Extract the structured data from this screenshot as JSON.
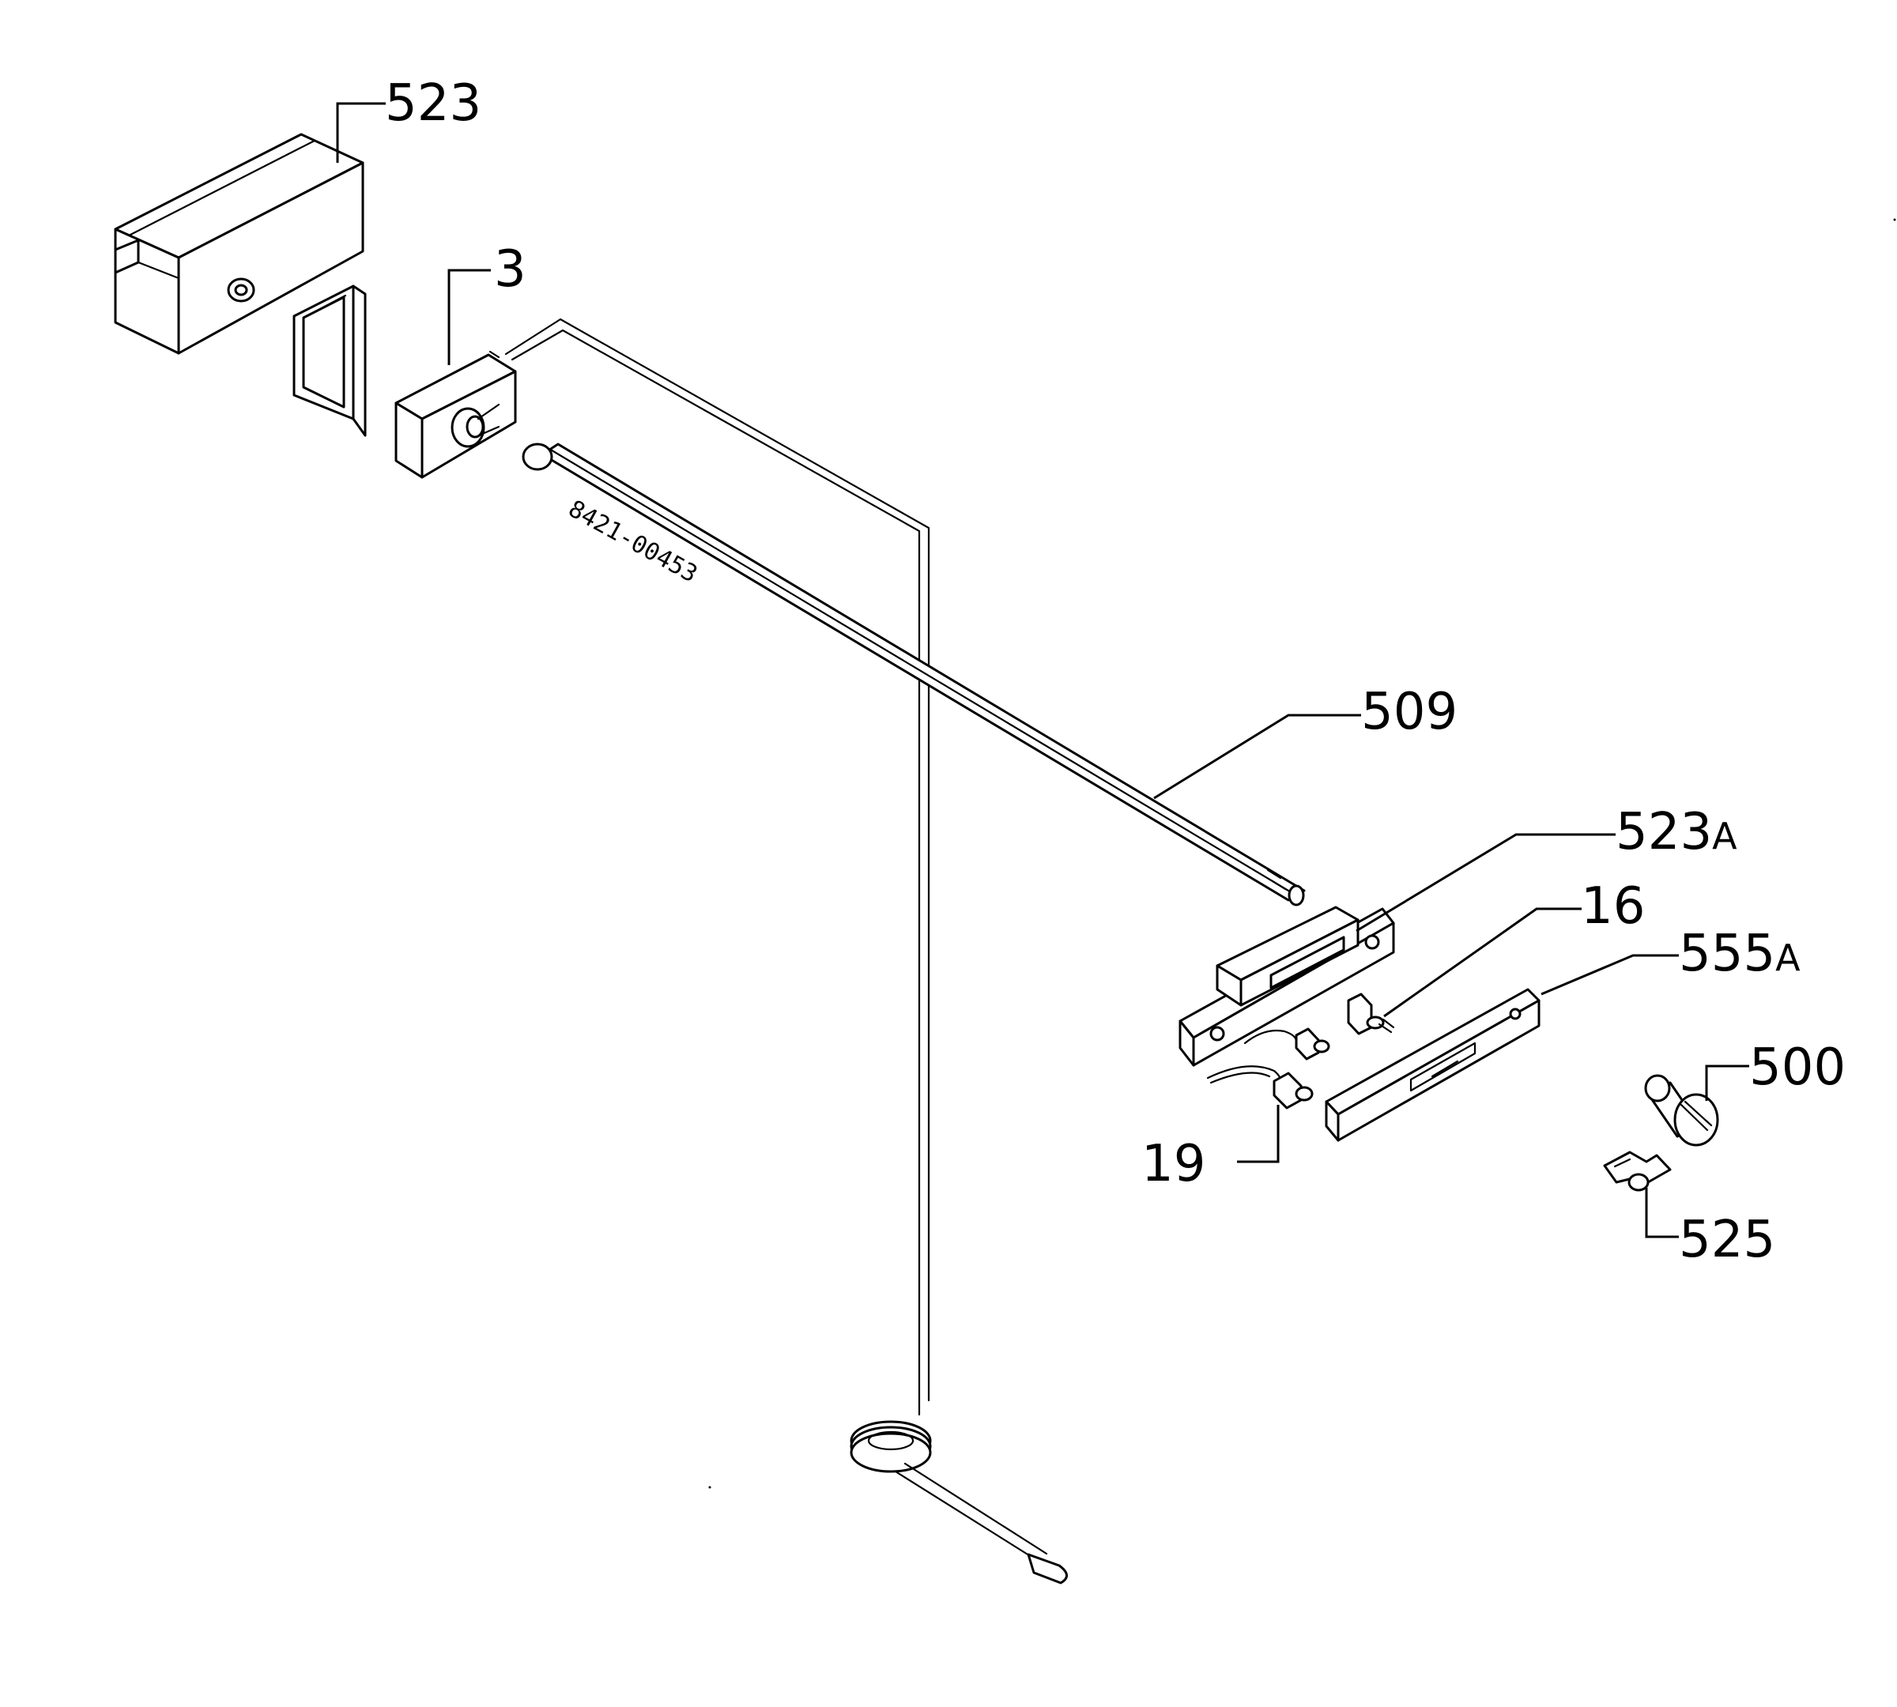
{
  "diagram": {
    "parts": [
      {
        "id": "523",
        "label": "523",
        "part": "thermostat-housing-cover"
      },
      {
        "id": "3",
        "label": "3",
        "part": "thermostat-body"
      },
      {
        "id": "509",
        "label": "509",
        "part": "control-shaft"
      },
      {
        "id": "523a",
        "label": "523",
        "suffix": "A",
        "part": "mounting-bracket"
      },
      {
        "id": "16",
        "label": "16",
        "part": "lamp-holder"
      },
      {
        "id": "555a",
        "label": "555",
        "suffix": "A",
        "part": "trim-strip"
      },
      {
        "id": "500",
        "label": "500",
        "part": "knob-screw"
      },
      {
        "id": "19",
        "label": "19",
        "part": "wired-lamp"
      },
      {
        "id": "525",
        "label": "525",
        "part": "clip"
      }
    ],
    "shaft_stamp": "8421-00453"
  }
}
